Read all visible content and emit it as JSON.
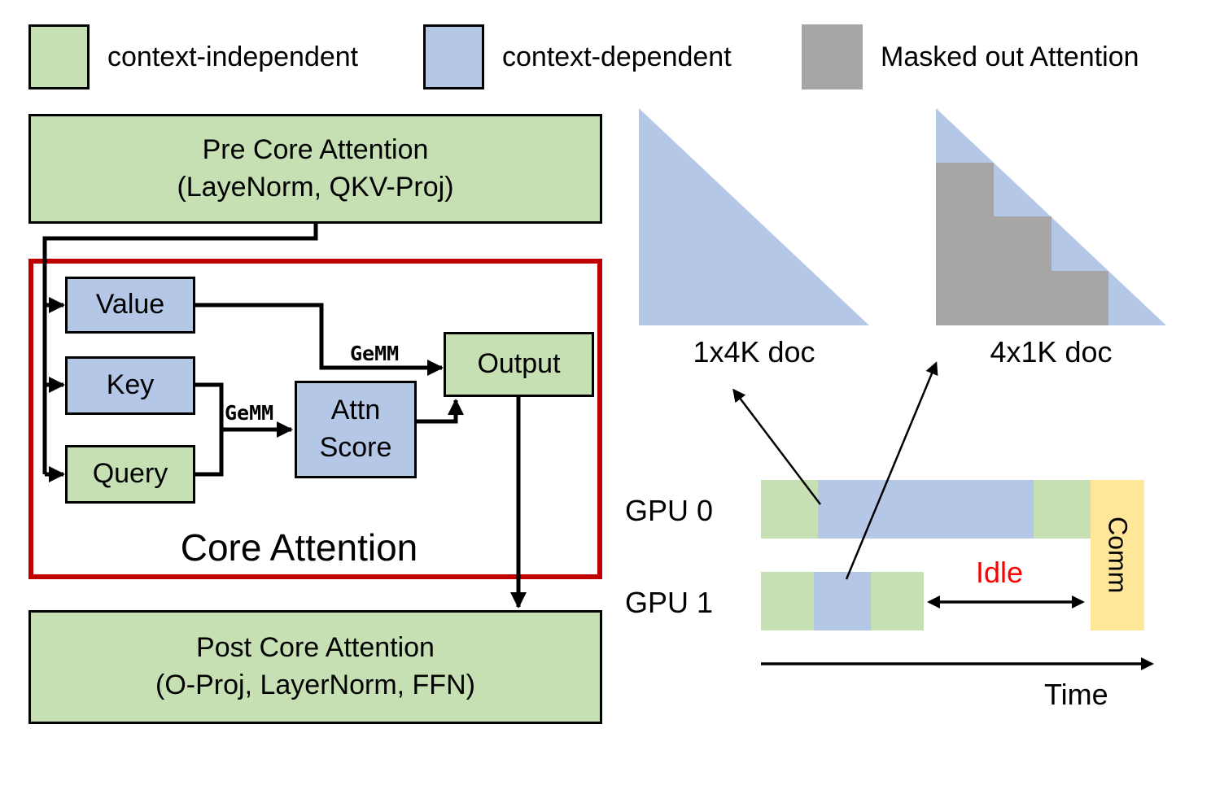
{
  "legend": {
    "items": [
      {
        "label": "context-independent",
        "color": "#c6e0b4"
      },
      {
        "label": "context-dependent",
        "color": "#b4c7e7"
      },
      {
        "label": "Masked out Attention",
        "color": "#a6a6a6"
      }
    ]
  },
  "flow": {
    "pre_box": {
      "line1": "Pre Core Attention",
      "line2": "(LayeNorm, QKV-Proj)"
    },
    "core": {
      "title": "Core Attention",
      "value_label": "Value",
      "key_label": "Key",
      "query_label": "Query",
      "attn_score_line1": "Attn",
      "attn_score_line2": "Score",
      "output_label": "Output",
      "gemm_top_label": "GeMM",
      "gemm_left_label": "GeMM"
    },
    "post_box": {
      "line1": "Post Core Attention",
      "line2": "(O-Proj, LayerNorm, FFN)"
    }
  },
  "masks": {
    "doc1_label": "1x4K doc",
    "doc2_label": "4x1K doc",
    "doc2_num_blocks": 4
  },
  "timeline": {
    "gpu0_label": "GPU 0",
    "gpu1_label": "GPU 1",
    "idle_label": "Idle",
    "comm_label": "Comm",
    "time_label": "Time",
    "gpu0_segments": [
      "context-independent",
      "context-dependent",
      "context-independent"
    ],
    "gpu1_segments": [
      "context-independent",
      "context-dependent",
      "context-independent"
    ]
  },
  "colors": {
    "green": "#c6e0b4",
    "blue": "#b4c7e7",
    "gray": "#a6a6a6",
    "yellow": "#ffe699",
    "core_outline_red": "#c00000",
    "idle_red": "#ff0000",
    "line_black": "#000000"
  }
}
